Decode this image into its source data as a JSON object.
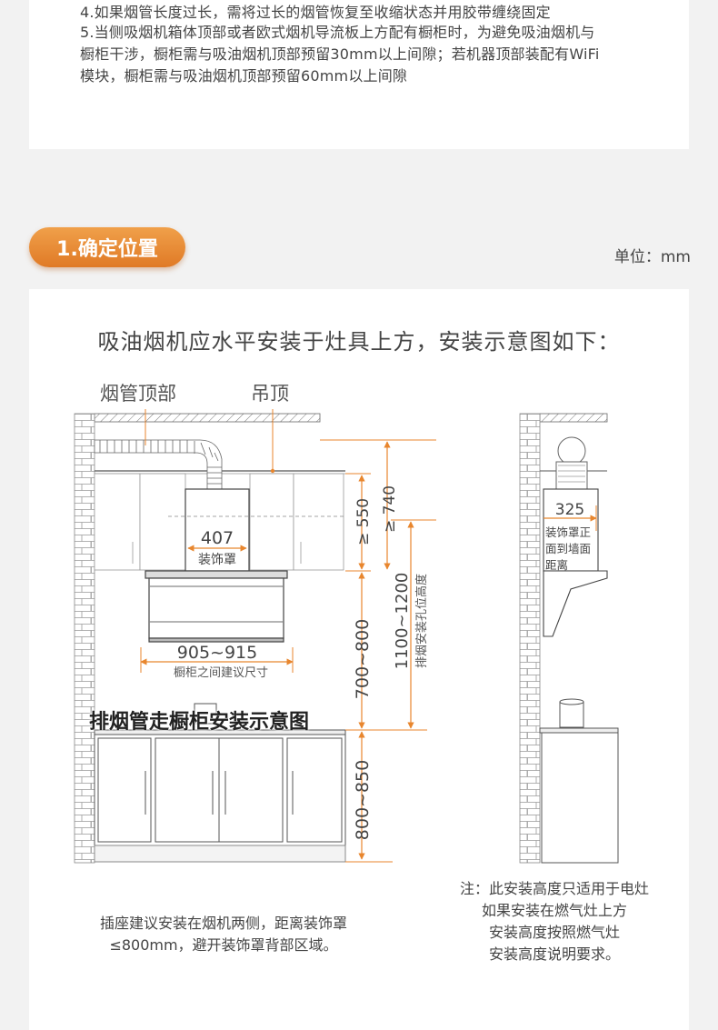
{
  "notes": {
    "line4": "4.如果烟管长度过长，需将过长的烟管恢复至收缩状态并用胶带缠绕固定",
    "line5a": "5.当侧吸烟机箱体顶部或者欧式烟机导流板上方配有橱柜时，为避免吸油烟机与",
    "line5b": "橱柜干涉，橱柜需与吸油烟机顶部预留30mm以上间隙；若机器顶部装配有WiFi",
    "line5c": "模块，橱柜需与吸油烟机顶部预留60mm以上间隙"
  },
  "section": {
    "title": "1.确定位置",
    "unit": "单位：mm",
    "heading": "吸油烟机应水平安装于灶具上方，安装示意图如下："
  },
  "diagram": {
    "label_duct_top": "烟管顶部",
    "label_ceiling": "吊顶",
    "hood_width": "407",
    "hood_width_label": "装饰罩",
    "cabinet_gap": "905~915",
    "cabinet_gap_label": "橱柜之间建议尺寸",
    "dim_550": "≥ 550",
    "dim_740": "≥ 740",
    "dim_700_800": "700~800",
    "dim_1100_1200": "1100~1200",
    "dim_hole_label": "排烟安装孔位高度",
    "dim_800_850": "800~850",
    "overlay": "排烟管走橱柜安装示意图",
    "side_value": "325",
    "side_label_1": "装饰罩正",
    "side_label_2": "面到墙面",
    "side_label_3": "距离"
  },
  "captions": {
    "left_1": "插座建议安装在烟机两侧，距离装饰罩",
    "left_2": "≤800mm，避开装饰罩背部区域。",
    "right_1": "注：此安装高度只适用于电灶",
    "right_2": "如果安装在燃气灶上方",
    "right_3": "安装高度按照燃气灶",
    "right_4": "安装高度说明要求。"
  },
  "colors": {
    "accent": "#e8862e",
    "line": "#555555"
  }
}
